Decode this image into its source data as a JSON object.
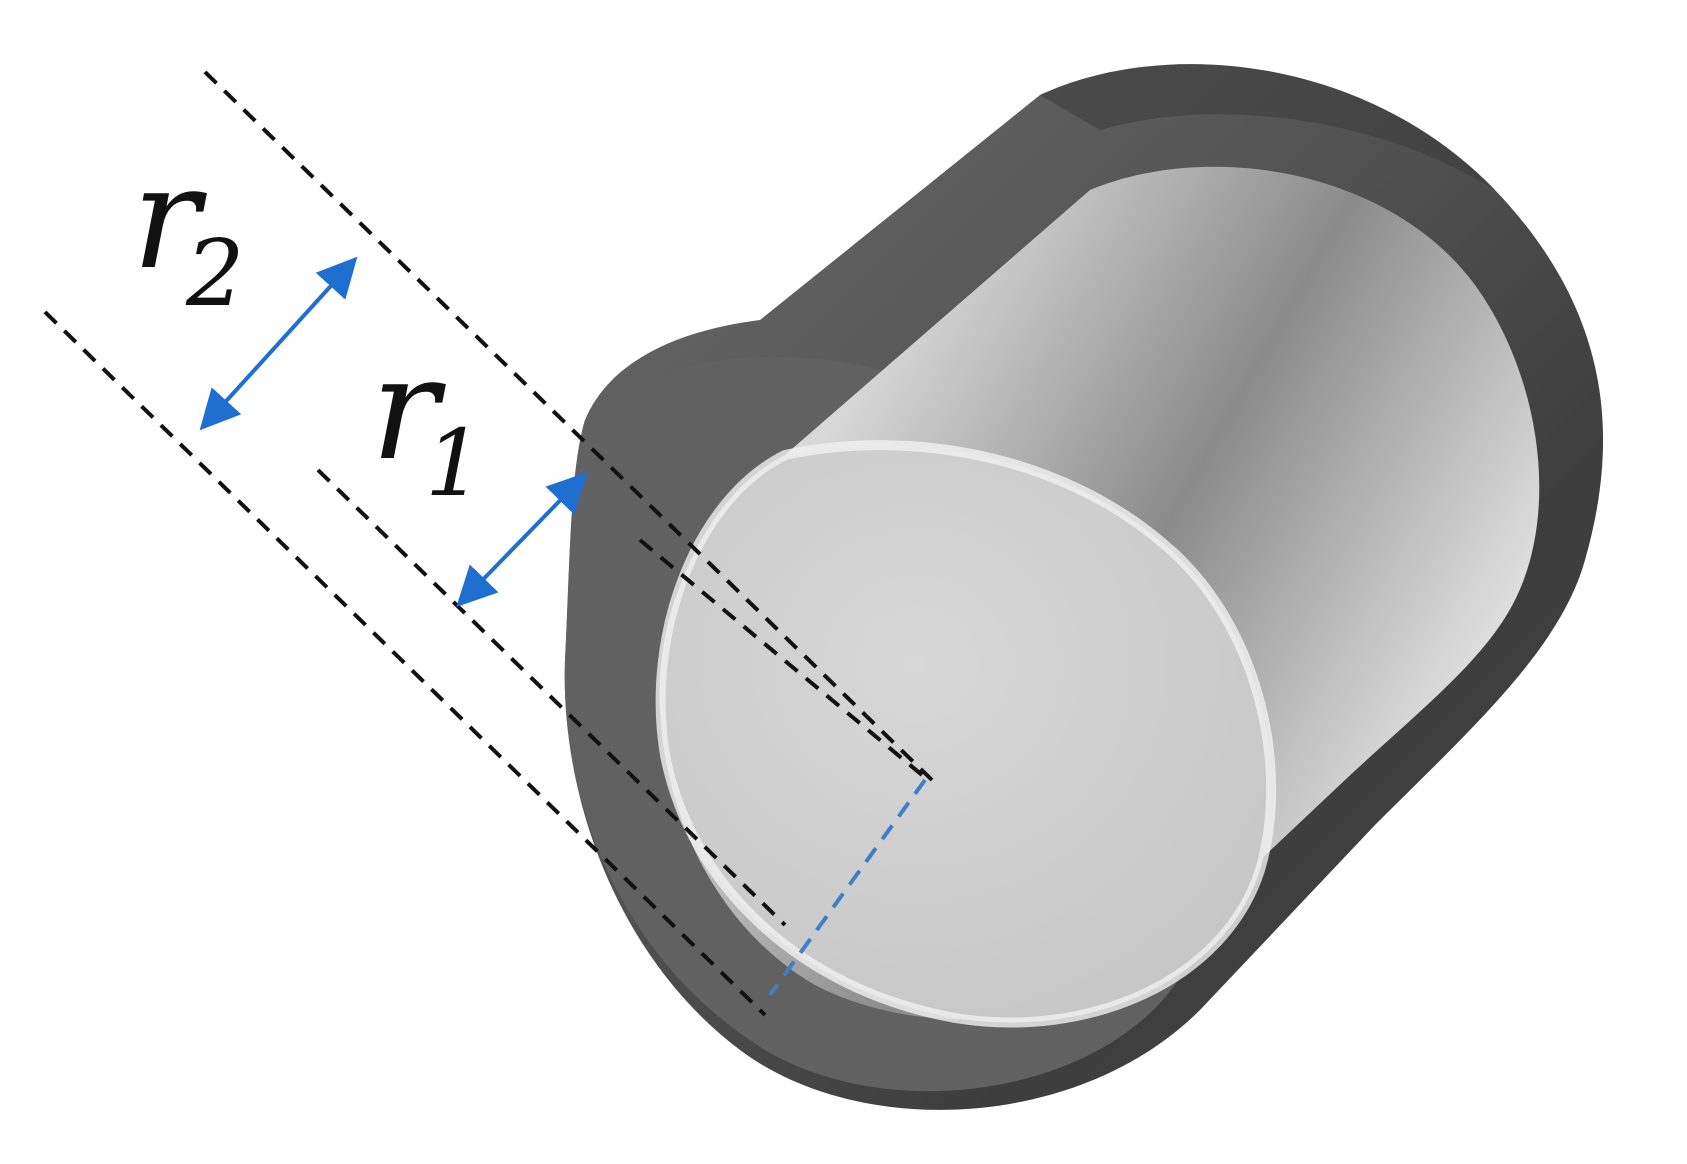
{
  "labels": {
    "outer_radius": {
      "symbol": "r",
      "subscript": "2"
    },
    "inner_radius": {
      "symbol": "r",
      "subscript": "1"
    }
  },
  "colors": {
    "outer_shell": "#5f5f5f",
    "inner_core_face": "#d1d1d1",
    "dimension_arrow": "#1f6fd1",
    "guide_line": "#111111",
    "axis_line": "#3f7fc7"
  }
}
